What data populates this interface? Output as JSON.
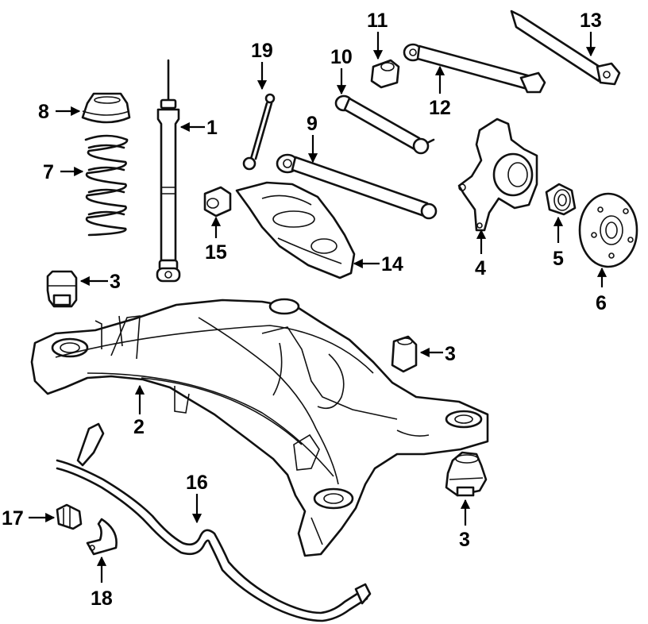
{
  "diagram": {
    "parts": [
      {
        "id": "p1",
        "callout": "1",
        "icon": "shock-absorber"
      },
      {
        "id": "p2",
        "callout": "2",
        "icon": "subframe-crossmember"
      },
      {
        "id": "p3a",
        "callout": "3",
        "icon": "subframe-mount"
      },
      {
        "id": "p3b",
        "callout": "3",
        "icon": "subframe-mount"
      },
      {
        "id": "p3c",
        "callout": "3",
        "icon": "subframe-mount"
      },
      {
        "id": "p4",
        "callout": "4",
        "icon": "knuckle"
      },
      {
        "id": "p5",
        "callout": "5",
        "icon": "wheel-bearing"
      },
      {
        "id": "p6",
        "callout": "6",
        "icon": "hub-flange"
      },
      {
        "id": "p7",
        "callout": "7",
        "icon": "coil-spring"
      },
      {
        "id": "p8",
        "callout": "8",
        "icon": "spring-insulator"
      },
      {
        "id": "p9",
        "callout": "9",
        "icon": "lateral-link"
      },
      {
        "id": "p10",
        "callout": "10",
        "icon": "camber-link"
      },
      {
        "id": "p11",
        "callout": "11",
        "icon": "bushing"
      },
      {
        "id": "p12",
        "callout": "12",
        "icon": "upper-link"
      },
      {
        "id": "p13",
        "callout": "13",
        "icon": "trailing-link"
      },
      {
        "id": "p14",
        "callout": "14",
        "icon": "lower-control-arm"
      },
      {
        "id": "p15",
        "callout": "15",
        "icon": "control-arm-bushing"
      },
      {
        "id": "p16",
        "callout": "16",
        "icon": "stabilizer-bar"
      },
      {
        "id": "p17",
        "callout": "17",
        "icon": "stabilizer-bushing"
      },
      {
        "id": "p18",
        "callout": "18",
        "icon": "bushing-clamp"
      },
      {
        "id": "p19",
        "callout": "19",
        "icon": "stabilizer-link"
      }
    ]
  }
}
